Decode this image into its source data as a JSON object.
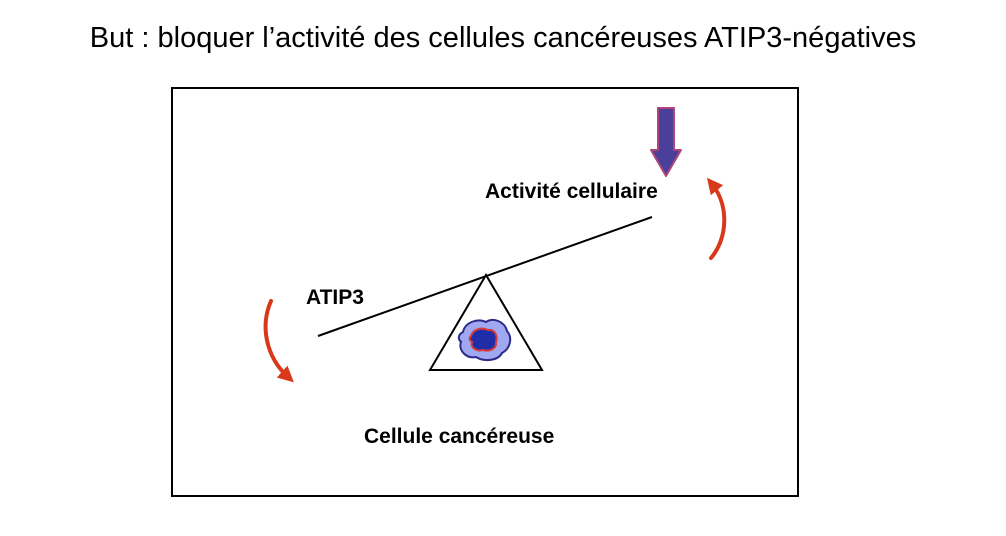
{
  "title": "But : bloquer l’activité des cellules cancéreuses ATIP3-négatives",
  "diagram": {
    "labels": {
      "activity": "Activité cellulaire",
      "atip3": "ATIP3",
      "cell": "Cellule cancéreuse"
    },
    "icons": {
      "down_arrow": "down-arrow-icon",
      "up_curve_arrow": "curved-arrow-up-icon",
      "down_curve_arrow": "curved-arrow-down-icon",
      "cell": "cancer-cell-icon"
    },
    "colors": {
      "arrow_fill": "#4a3f9a",
      "arrow_stroke": "#b0457a",
      "curve_arrow": "#d8391a",
      "cell_outer": "#9fa8f0",
      "cell_outer_stroke": "#2d2a8a",
      "cell_nucleus": "#1f2ea8",
      "cell_nucleus_stroke": "#d83a3a"
    }
  }
}
